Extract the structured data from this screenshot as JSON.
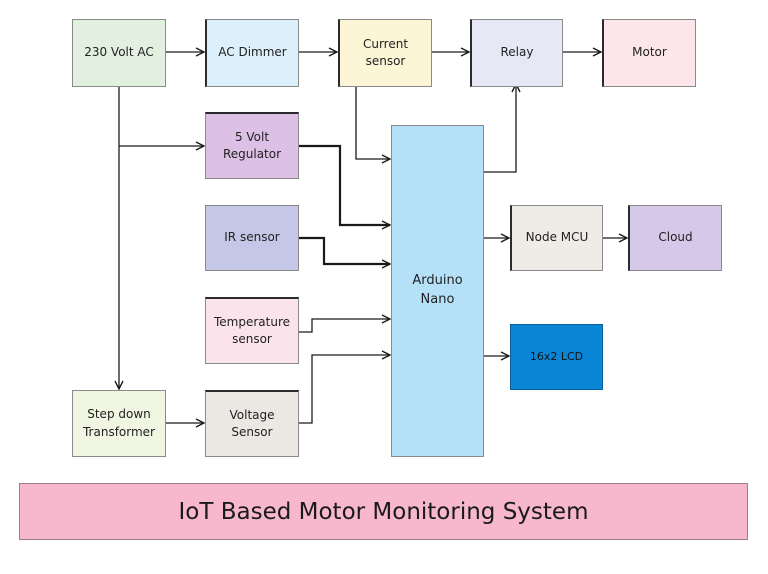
{
  "diagram": {
    "title": "IoT Based Motor Monitoring System",
    "blocks": {
      "supply": {
        "label": "230 Volt AC",
        "color": "#e2f0e0"
      },
      "dimmer": {
        "label": "AC Dimmer",
        "color": "#dcf0fb"
      },
      "current": {
        "label": "Current\nsensor",
        "color": "#fcf6d6"
      },
      "relay": {
        "label": "Relay",
        "color": "#e6e8f6"
      },
      "motor": {
        "label": "Motor",
        "color": "#fce6ea"
      },
      "regulator": {
        "label": "5 Volt\nRegulator",
        "color": "#ddc0e6"
      },
      "ir": {
        "label": "IR sensor",
        "color": "#c4c8e6"
      },
      "temperature": {
        "label": "Temperature\nsensor",
        "color": "#fbe3ec"
      },
      "transformer": {
        "label": "Step down\nTransformer",
        "color": "#f1f6e3"
      },
      "voltage": {
        "label": "Voltage\nSensor",
        "color": "#ebe7e2"
      },
      "arduino": {
        "label": "Arduino\nNano",
        "color": "#b5e1f8"
      },
      "nodemcu": {
        "label": "Node MCU",
        "color": "#efebe7"
      },
      "cloud": {
        "label": "Cloud",
        "color": "#d5c8e8"
      },
      "lcd": {
        "label": "16x2 LCD",
        "color": "#0a86d6"
      }
    }
  }
}
